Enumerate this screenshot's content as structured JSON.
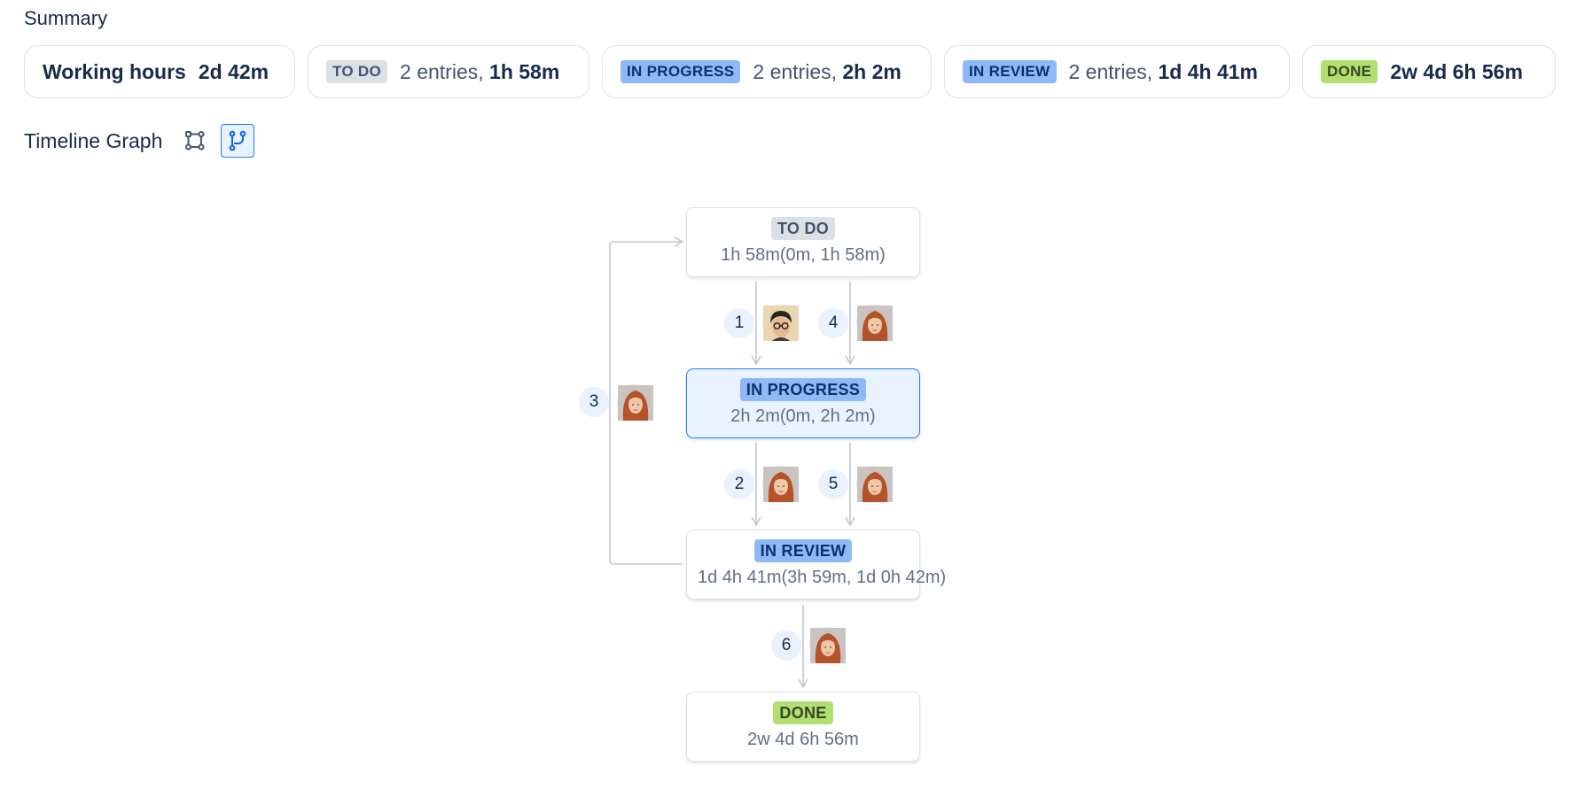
{
  "summary": {
    "title": "Summary",
    "working_hours": {
      "label": "Working hours",
      "value": "2d 42m"
    },
    "cards": [
      {
        "status": "TO DO",
        "entries": "2 entries,",
        "time": "1h 58m"
      },
      {
        "status": "IN PROGRESS",
        "entries": "2 entries,",
        "time": "2h 2m"
      },
      {
        "status": "IN REVIEW",
        "entries": "2 entries,",
        "time": "1d 4h 41m"
      },
      {
        "status": "DONE",
        "time": "2w 4d 6h 56m"
      }
    ]
  },
  "timeline": {
    "title": "Timeline Graph",
    "view_buttons": [
      {
        "icon": "node-graph-icon",
        "active": false
      },
      {
        "icon": "branch-flow-icon",
        "active": true
      }
    ]
  },
  "graph": {
    "nodes": [
      {
        "status": "TO DO",
        "duration": "1h 58m(0m, 1h 58m)"
      },
      {
        "status": "IN PROGRESS",
        "duration": "2h 2m(0m, 2h 2m)",
        "selected": true
      },
      {
        "status": "IN REVIEW",
        "duration": "1d 4h 41m(3h 59m, 1d 0h 42m)"
      },
      {
        "status": "DONE",
        "duration": "2w 4d 6h 56m"
      }
    ],
    "transitions": [
      {
        "step": "1",
        "avatar": "man-glasses-avatar"
      },
      {
        "step": "2",
        "avatar": "red-hair-woman-avatar"
      },
      {
        "step": "3",
        "avatar": "red-hair-woman-avatar"
      },
      {
        "step": "4",
        "avatar": "red-hair-woman-avatar"
      },
      {
        "step": "5",
        "avatar": "red-hair-woman-avatar"
      },
      {
        "step": "6",
        "avatar": "red-hair-woman-avatar"
      }
    ]
  },
  "colors": {
    "todo_lozenge": "#dcdfe4",
    "blue_lozenge": "#8fb8f6",
    "done_lozenge": "#b3df72",
    "accent": "#1d7afc",
    "selected_node_bg": "#e9f2ff",
    "edge": "#c1c7d0"
  }
}
